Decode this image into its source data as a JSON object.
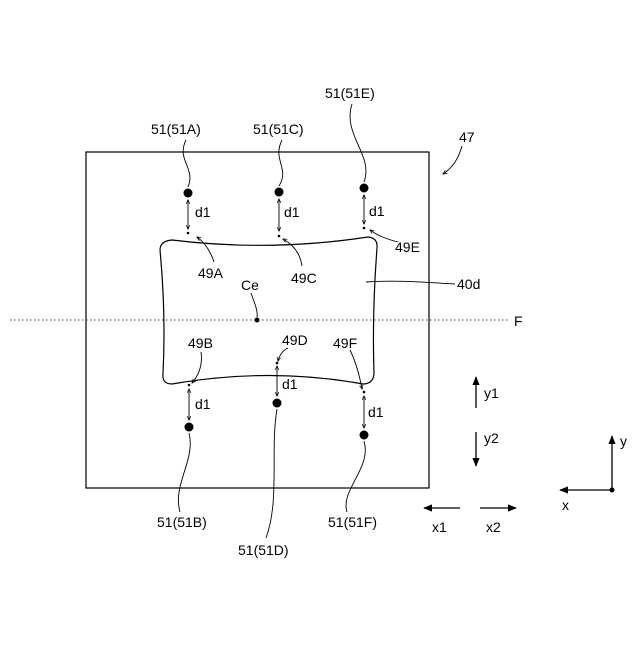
{
  "figure_ref": "47",
  "dist_label": "d1",
  "center_label": "Ce",
  "line_label": "F",
  "shape_label": "40d",
  "sensors": {
    "a": "51(51A)",
    "b": "51(51B)",
    "c": "51(51C)",
    "d": "51(51D)",
    "e": "51(51E)",
    "f": "51(51F)"
  },
  "points": {
    "a": "49A",
    "b": "49B",
    "c": "49C",
    "d": "49D",
    "e": "49E",
    "f": "49F"
  },
  "directions": {
    "y1": "y1",
    "y2": "y2",
    "x1": "x1",
    "x2": "x2"
  },
  "axes": {
    "x": "x",
    "y": "y"
  }
}
